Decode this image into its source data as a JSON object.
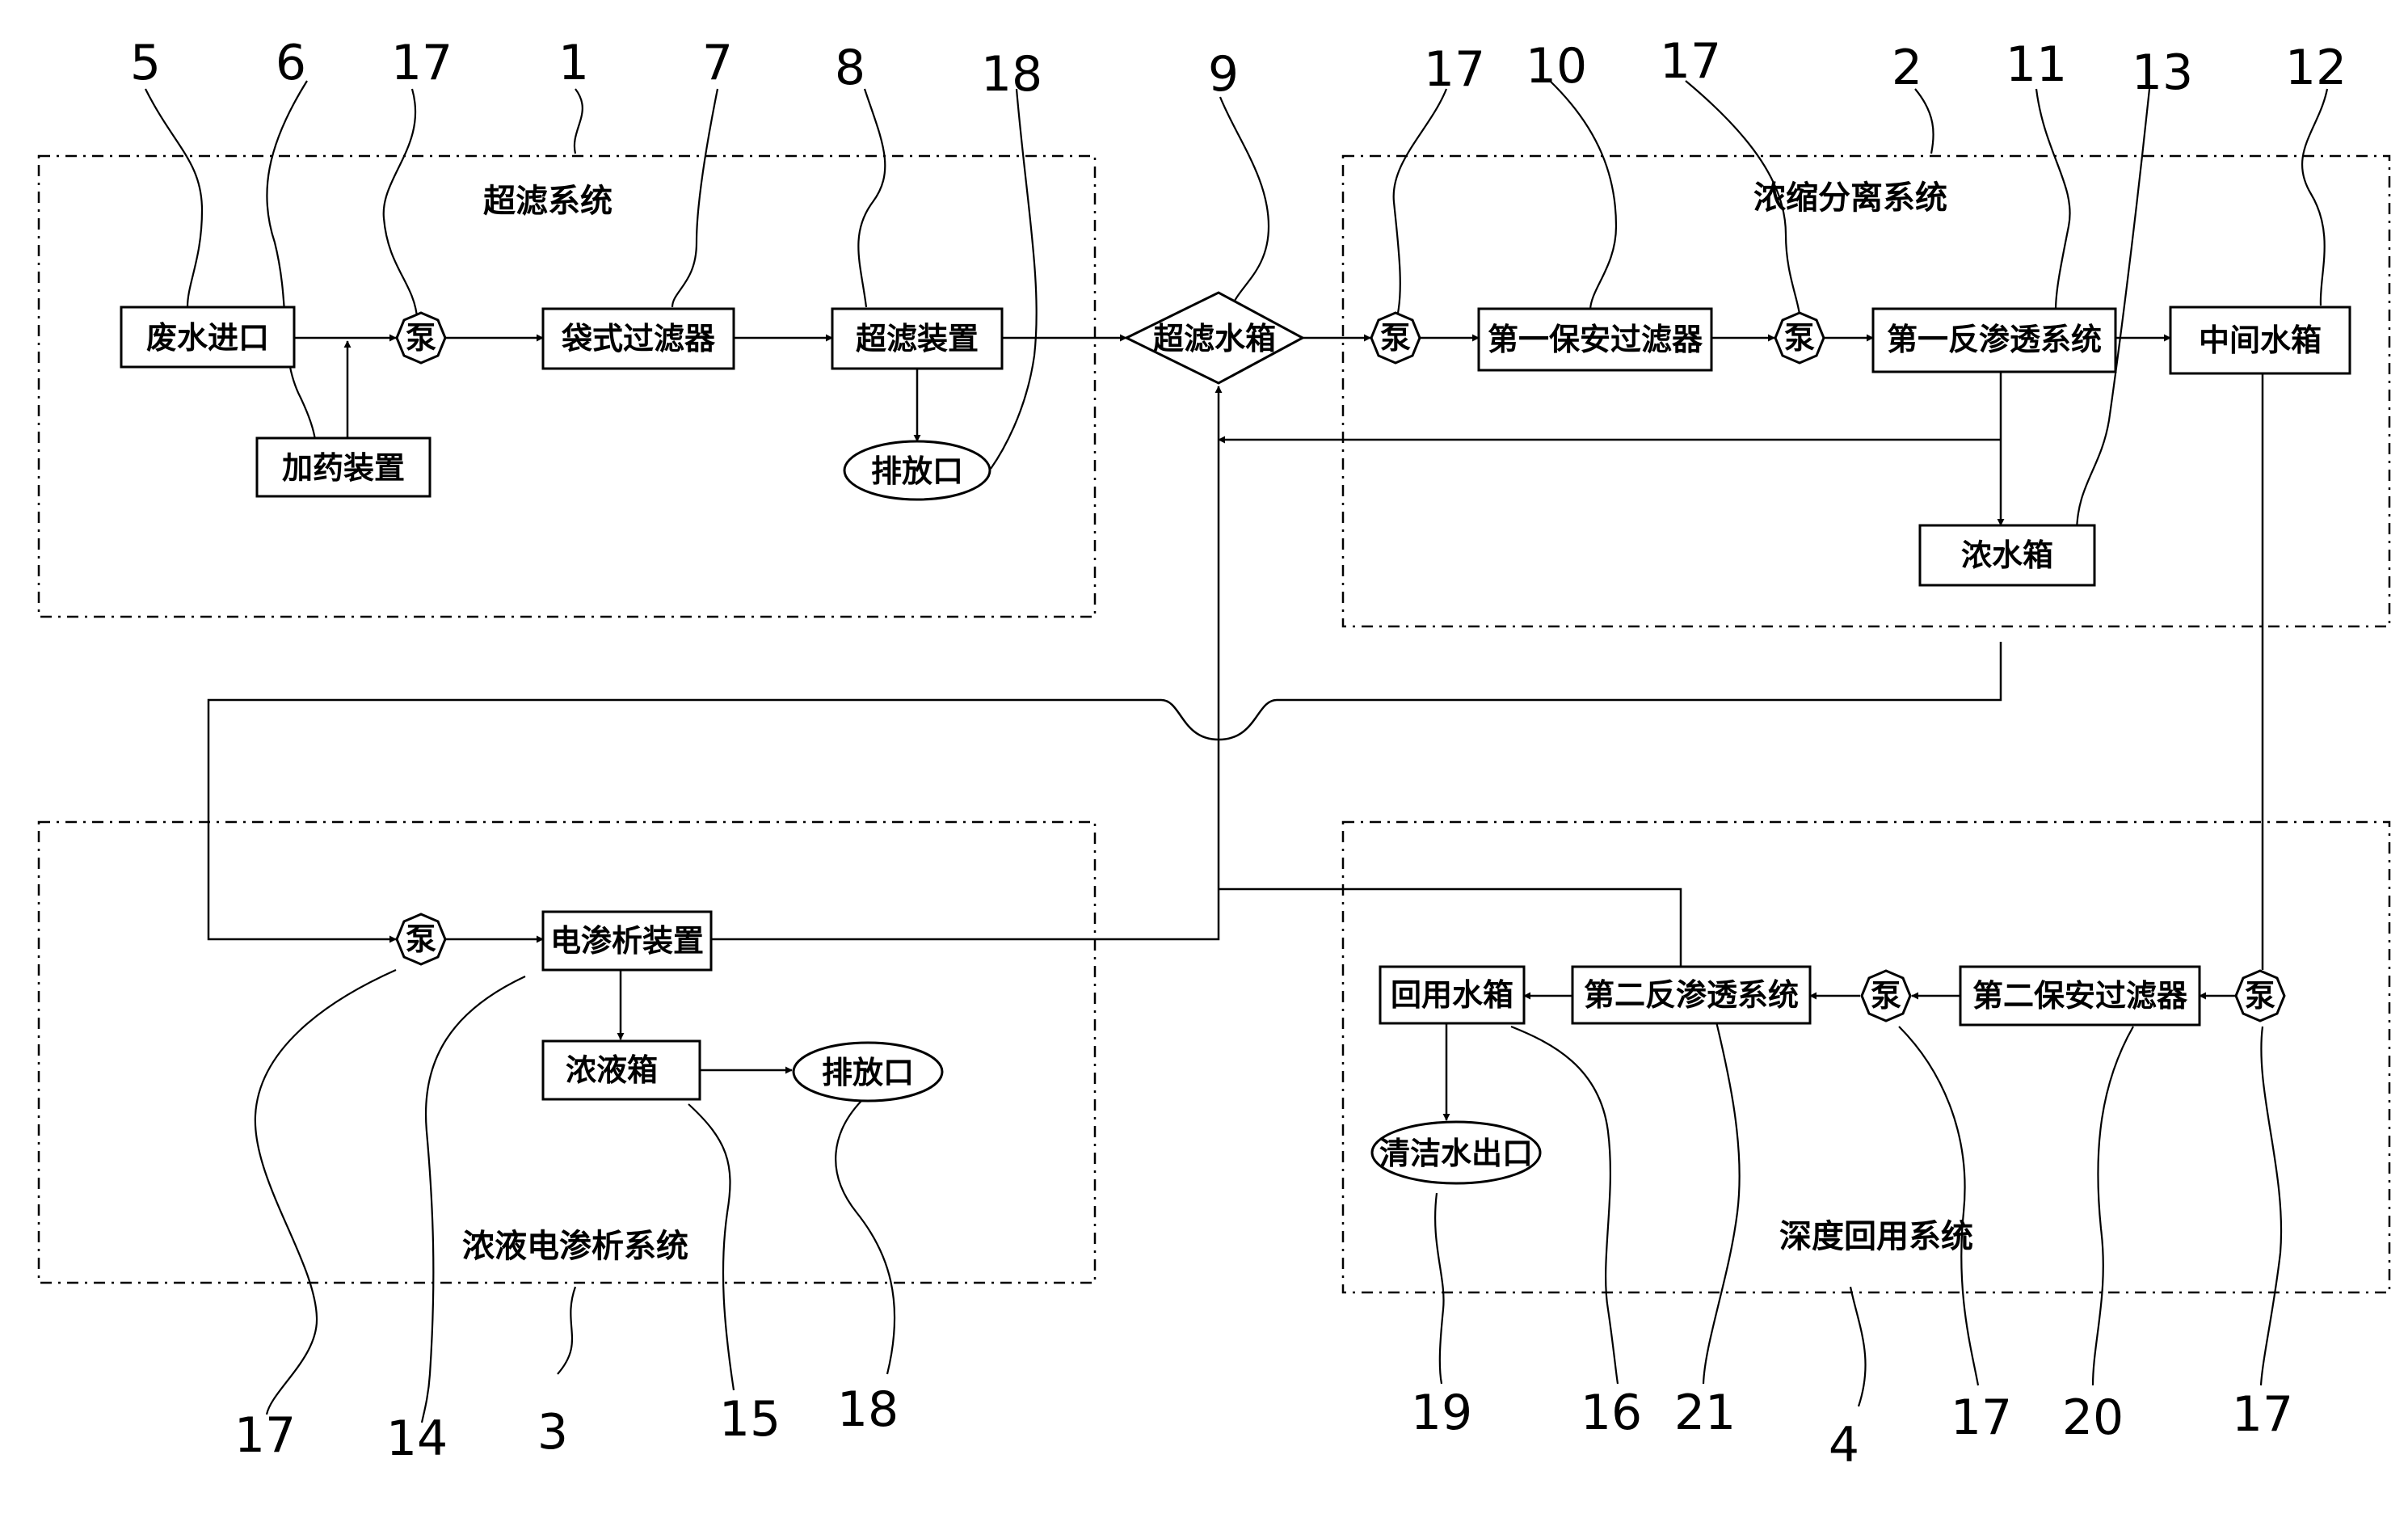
{
  "groups": {
    "uf": {
      "title": "超滤系统",
      "number": "1"
    },
    "concentrate": {
      "title": "浓缩分离系统",
      "number": "2"
    },
    "ed": {
      "title": "浓液电渗析系统",
      "number": "3"
    },
    "reuse": {
      "title": "深度回用系统",
      "number": "4"
    }
  },
  "nodes": {
    "wastewater_inlet": "废水进口",
    "dosing_device": "加药装置",
    "pump": "泵",
    "bag_filter": "袋式过滤器",
    "uf_device": "超滤装置",
    "discharge_outlet": "排放口",
    "uf_tank": "超滤水箱",
    "security_filter_1": "第一保安过滤器",
    "ro_system_1": "第一反渗透系统",
    "intermediate_tank": "中间水箱",
    "concentrate_tank": "浓水箱",
    "ed_device": "电渗析装置",
    "concentrate_liquid_tank": "浓液箱",
    "reuse_tank": "回用水箱",
    "ro_system_2": "第二反渗透系统",
    "security_filter_2": "第二保安过滤器",
    "clean_water_outlet": "清洁水出口"
  },
  "reference_numbers": {
    "wastewater_inlet": "5",
    "dosing_device": "6",
    "pump": "17",
    "bag_filter": "7",
    "uf_device": "8",
    "uf_tank": "9",
    "security_filter_1": "10",
    "ro_system_1": "11",
    "intermediate_tank": "12",
    "concentrate_tank": "13",
    "ed_device": "14",
    "concentrate_liquid_tank": "15",
    "reuse_tank": "16",
    "discharge_outlet": "18",
    "clean_water_outlet": "19",
    "security_filter_2": "20",
    "ro_system_2": "21"
  }
}
